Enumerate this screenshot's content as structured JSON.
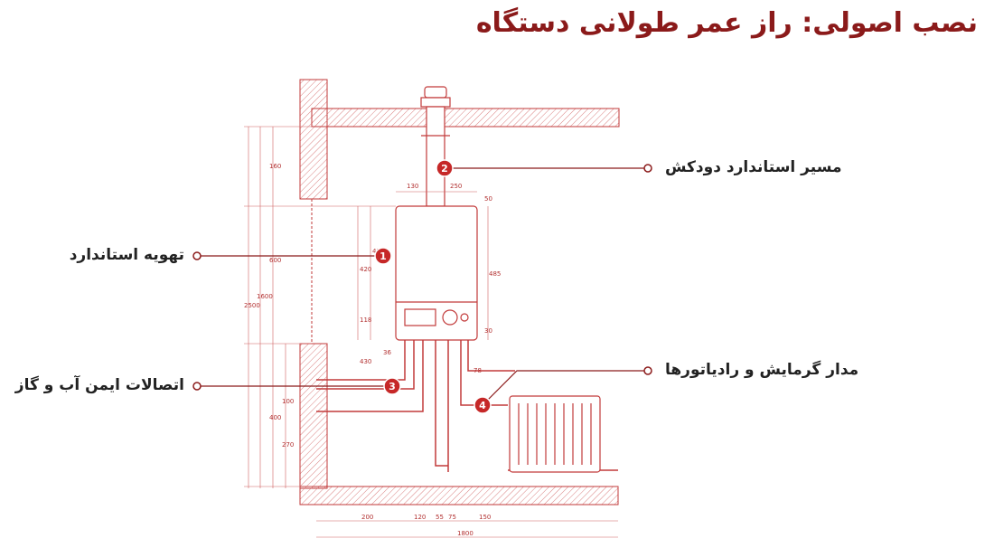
{
  "title": "نصب اصولی: راز عمر طولانی دستگاه",
  "colors": {
    "primary": "#8b1a1a",
    "line": "#c23a3a",
    "hatch": "#d98080",
    "badge": "#c62828"
  },
  "callouts": [
    {
      "number": "1",
      "label": "تهویه استاندارد"
    },
    {
      "number": "2",
      "label": "مسیر استاندارد دودکش"
    },
    {
      "number": "3",
      "label": "اتصالات ایمن آب و گاز"
    },
    {
      "number": "4",
      "label": "مدار گرمایش و رادیاتورها"
    }
  ],
  "dimensions": {
    "d130": "130",
    "d250": "250",
    "d50": "50",
    "d30": "30",
    "d485": "485",
    "d420": "420",
    "d118": "118",
    "d410": "410",
    "d430": "430",
    "d36": "36",
    "d78": "78",
    "d120": "120",
    "d55": "55",
    "d75": "75",
    "d150": "150",
    "d200": "200",
    "d1800": "1800",
    "d2500": "2500",
    "d1600": "1600",
    "d600": "600",
    "d160": "160",
    "d400": "400",
    "d270": "270",
    "d100": "100"
  }
}
